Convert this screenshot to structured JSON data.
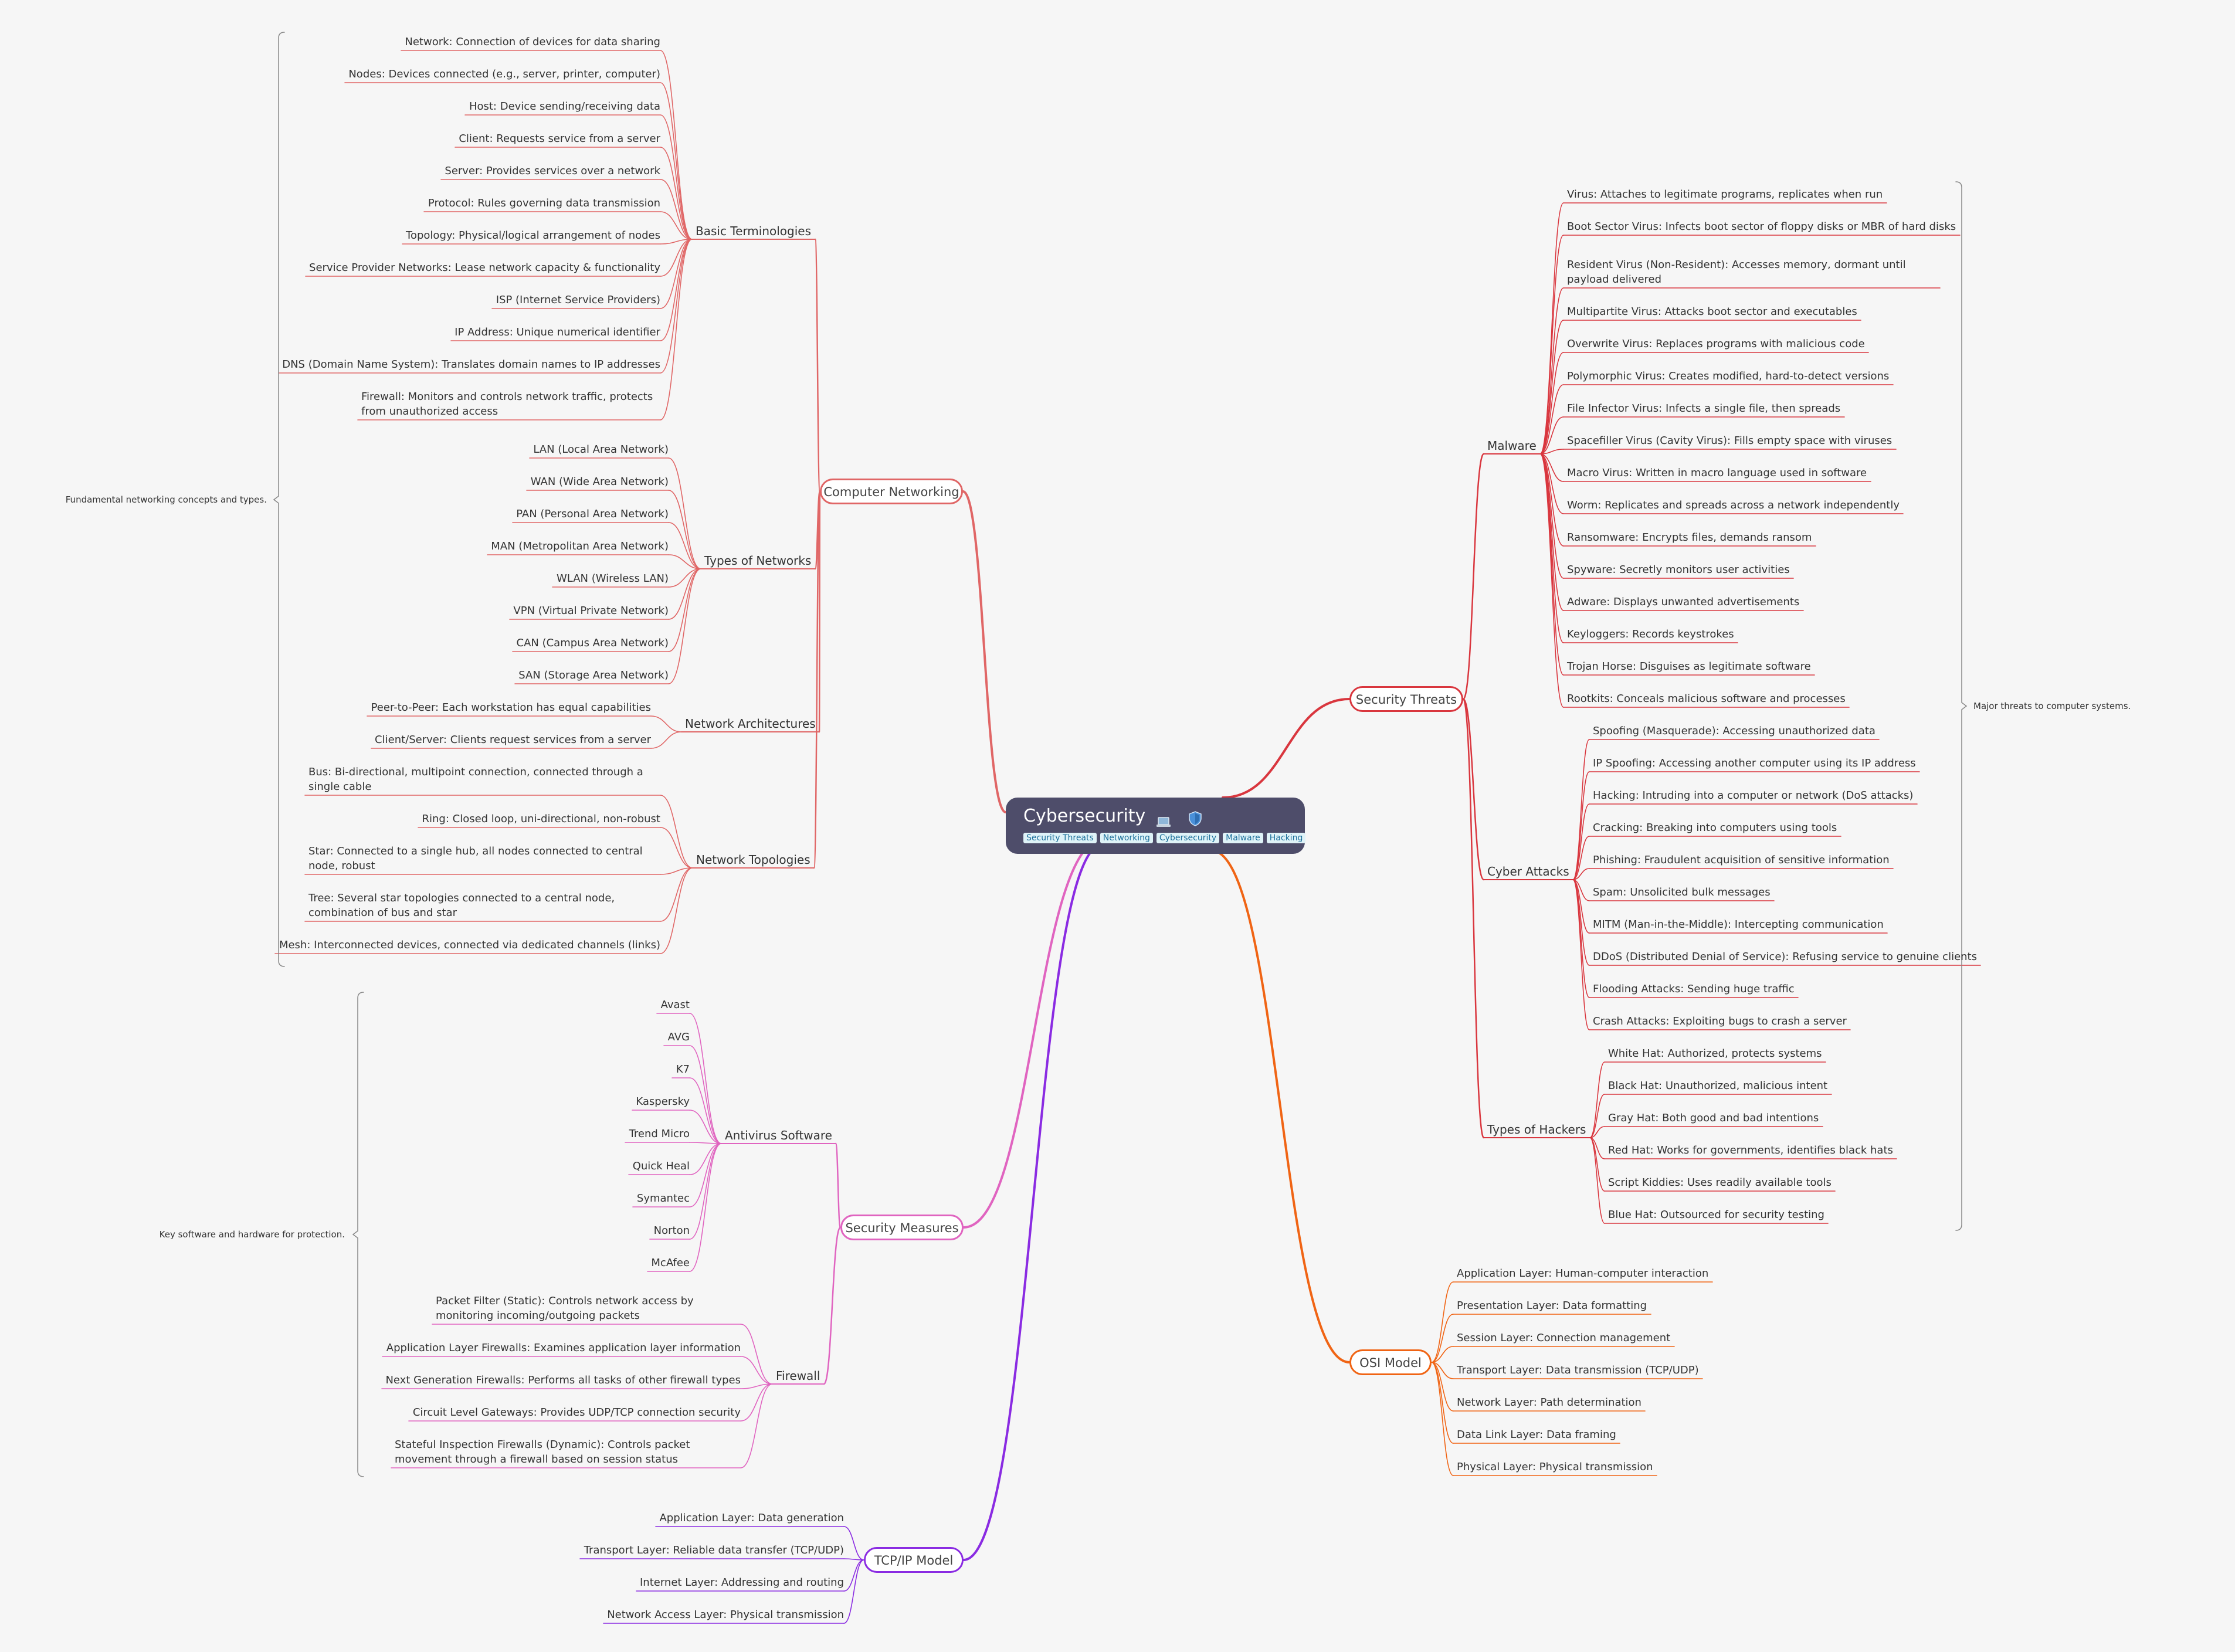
{
  "colors": {
    "networking": "#e06666",
    "threats": "#d9363e",
    "security": "#e064c0",
    "tcpip": "#8a2be2",
    "osi": "#f06414",
    "root_bg": "#4e4d6a",
    "note_bracket": "#888888"
  },
  "root": {
    "title": "Cybersecurity",
    "icons": [
      "laptop-icon",
      "shield-icon"
    ],
    "tags": [
      "Security Threats",
      "Networking",
      "Cybersecurity",
      "Malware",
      "Hacking"
    ]
  },
  "notes": {
    "networking": "Fundamental networking concepts and types.",
    "security": "Key software and hardware for protection.",
    "threats": "Major threats to computer systems."
  },
  "computer_networking": {
    "label": "Computer Networking",
    "basic_terminologies": {
      "label": "Basic Terminologies",
      "items": [
        "Network: Connection of devices for data sharing",
        "Nodes: Devices connected (e.g., server, printer, computer)",
        "Host: Device sending/receiving data",
        "Client: Requests service from a server",
        "Server: Provides services over a network",
        "Protocol: Rules governing data transmission",
        "Topology: Physical/logical arrangement of nodes",
        "Service Provider Networks: Lease network capacity & functionality",
        "ISP (Internet Service Providers)",
        "IP Address: Unique numerical identifier",
        "DNS (Domain Name System): Translates domain names to IP addresses",
        "Firewall: Monitors and controls network traffic, protects from unauthorized access"
      ]
    },
    "types_of_networks": {
      "label": "Types of Networks",
      "items": [
        "LAN (Local Area Network)",
        "WAN (Wide Area Network)",
        "PAN (Personal Area Network)",
        "MAN (Metropolitan Area Network)",
        "WLAN (Wireless LAN)",
        "VPN (Virtual Private Network)",
        "CAN (Campus Area Network)",
        "SAN (Storage Area Network)"
      ]
    },
    "network_architectures": {
      "label": "Network Architectures",
      "items": [
        "Peer-to-Peer: Each workstation has equal capabilities",
        "Client/Server: Clients request services from a server"
      ]
    },
    "network_topologies": {
      "label": "Network Topologies",
      "items": [
        "Bus: Bi-directional, multipoint connection, connected through a single cable",
        "Ring: Closed loop, uni-directional, non-robust",
        "Star: Connected to a single hub, all nodes connected to central node, robust",
        "Tree: Several star topologies connected to a central node, combination of bus and star",
        "Mesh: Interconnected devices, connected via dedicated channels (links)"
      ]
    }
  },
  "security_measures": {
    "label": "Security Measures",
    "antivirus": {
      "label": "Antivirus Software",
      "items": [
        "Avast",
        "AVG",
        "K7",
        "Kaspersky",
        "Trend Micro",
        "Quick Heal",
        "Symantec",
        "Norton",
        "McAfee"
      ]
    },
    "firewall": {
      "label": "Firewall",
      "items": [
        "Packet Filter (Static): Controls network access by monitoring incoming/outgoing packets",
        "Application Layer Firewalls: Examines application layer information",
        "Next Generation Firewalls: Performs all tasks of other firewall types",
        "Circuit Level Gateways: Provides UDP/TCP connection security",
        "Stateful Inspection Firewalls (Dynamic): Controls packet movement through a firewall based on session status"
      ]
    }
  },
  "tcpip_model": {
    "label": "TCP/IP Model",
    "items": [
      "Application Layer: Data generation",
      "Transport Layer: Reliable data transfer (TCP/UDP)",
      "Internet Layer: Addressing and routing",
      "Network Access Layer: Physical transmission"
    ]
  },
  "security_threats": {
    "label": "Security Threats",
    "malware": {
      "label": "Malware",
      "items": [
        "Virus: Attaches to legitimate programs, replicates when run",
        "Boot Sector Virus: Infects boot sector of floppy disks or MBR of hard disks",
        "Resident Virus (Non-Resident): Accesses memory, dormant until payload delivered",
        "Multipartite Virus: Attacks boot sector and executables",
        "Overwrite Virus: Replaces programs with malicious code",
        "Polymorphic Virus: Creates modified, hard-to-detect versions",
        "File Infector Virus: Infects a single file, then spreads",
        "Spacefiller Virus (Cavity Virus): Fills empty space with viruses",
        "Macro Virus: Written in macro language used in software",
        "Worm: Replicates and spreads across a network independently",
        "Ransomware: Encrypts files, demands ransom",
        "Spyware: Secretly monitors user activities",
        "Adware: Displays unwanted advertisements",
        "Keyloggers: Records keystrokes",
        "Trojan Horse: Disguises as legitimate software",
        "Rootkits: Conceals malicious software and processes"
      ]
    },
    "cyber_attacks": {
      "label": "Cyber Attacks",
      "items": [
        "Spoofing (Masquerade): Accessing unauthorized data",
        "IP Spoofing: Accessing another computer using its IP address",
        "Hacking: Intruding into a computer or network (DoS attacks)",
        "Cracking: Breaking into computers using tools",
        "Phishing: Fraudulent acquisition of sensitive information",
        "Spam: Unsolicited bulk messages",
        "MITM (Man-in-the-Middle): Intercepting communication",
        "DDoS (Distributed Denial of Service): Refusing service to genuine clients",
        "Flooding Attacks: Sending huge traffic",
        "Crash Attacks: Exploiting bugs to crash a server"
      ]
    },
    "types_of_hackers": {
      "label": "Types of Hackers",
      "items": [
        "White Hat: Authorized, protects systems",
        "Black Hat: Unauthorized, malicious intent",
        "Gray Hat: Both good and bad intentions",
        "Red Hat: Works for governments, identifies black hats",
        "Script Kiddies: Uses readily available tools",
        "Blue Hat: Outsourced for security testing"
      ]
    }
  },
  "osi_model": {
    "label": "OSI Model",
    "items": [
      "Application Layer: Human-computer interaction",
      "Presentation Layer: Data formatting",
      "Session Layer: Connection management",
      "Transport Layer: Data transmission (TCP/UDP)",
      "Network Layer: Path determination",
      "Data Link Layer: Data framing",
      "Physical Layer: Physical transmission"
    ]
  }
}
